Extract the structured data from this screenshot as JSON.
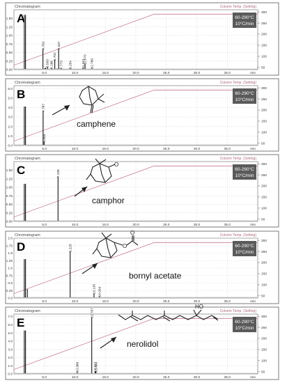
{
  "chart_data": [
    {
      "type": "line",
      "panel_label": "A",
      "title": "Chromatogram",
      "right_axis_title": "Column Temp. (Setting)",
      "condition_box": [
        "60-290°C",
        "10°C/min"
      ],
      "x_unit": "min",
      "xlim": [
        0,
        40
      ],
      "x_ticks": [
        "5.0",
        "10.0",
        "15.0",
        "20.0",
        "25.0",
        "30.0",
        "35.0"
      ],
      "ylim": [
        0,
        1.75
      ],
      "y_ticks": [
        "0.00",
        "0.25",
        "0.50",
        "0.75",
        "1.00",
        "1.25",
        "1.50"
      ],
      "y2lim": [
        40,
        310
      ],
      "y2_ticks": [
        "50",
        "100",
        "150",
        "200",
        "250",
        "300"
      ],
      "temperature_program": {
        "x": [
          0,
          23,
          40
        ],
        "y": [
          60,
          290,
          290
        ]
      },
      "peaks": [
        {
          "x": 1.7,
          "y": 1.6,
          "label": ""
        },
        {
          "x": 1.9,
          "y": 1.6,
          "label": ""
        },
        {
          "x": 4.762,
          "y": 0.6,
          "label": "4.762"
        },
        {
          "x": 5.1,
          "y": 0.05,
          "label": ""
        },
        {
          "x": 5.2,
          "y": 0.05,
          "label": ""
        },
        {
          "x": 5.5,
          "y": 0.08,
          "label": "5.563"
        },
        {
          "x": 6.188,
          "y": 0.04,
          "label": "6.188"
        },
        {
          "x": 6.702,
          "y": 0.28,
          "label": "6.702"
        },
        {
          "x": 7.058,
          "y": 0.03,
          "label": ""
        },
        {
          "x": 7.337,
          "y": 0.6,
          "label": "7.337"
        },
        {
          "x": 7.773,
          "y": 0.04,
          "label": "7.773"
        },
        {
          "x": 9.254,
          "y": 0.04,
          "label": "9.254"
        },
        {
          "x": 11.341,
          "y": 0.05,
          "label": "11.341"
        },
        {
          "x": 11.67,
          "y": 0.17,
          "label": "11.670"
        },
        {
          "x": 12.78,
          "y": 0.05,
          "label": "12.780"
        }
      ],
      "compound_label": ""
    },
    {
      "type": "line",
      "panel_label": "B",
      "title": "Chromatogram",
      "right_axis_title": "Column Temp. (Setting)",
      "condition_box": [
        "60-290°C",
        "10°C/min"
      ],
      "x_unit": "min",
      "xlim": [
        0,
        40
      ],
      "x_ticks": [
        "5.0",
        "10.0",
        "15.0",
        "20.0",
        "25.0",
        "30.0",
        "35.0"
      ],
      "ylim": [
        0,
        6.3
      ],
      "y_ticks": [
        "0.0",
        "1.0",
        "2.0",
        "3.0",
        "4.0",
        "5.0",
        "6.0"
      ],
      "y2lim": [
        40,
        310
      ],
      "y2_ticks": [
        "50",
        "100",
        "150",
        "200",
        "250",
        "300"
      ],
      "temperature_program": {
        "x": [
          0,
          23,
          40
        ],
        "y": [
          60,
          290,
          290
        ]
      },
      "peaks": [
        {
          "x": 1.7,
          "y": 4.1,
          "label": ""
        },
        {
          "x": 1.9,
          "y": 4.1,
          "label": ""
        },
        {
          "x": 4.787,
          "y": 3.6,
          "label": "4.787"
        },
        {
          "x": 4.95,
          "y": 0.4,
          "label": "5.060"
        }
      ],
      "compound_label": "camphene"
    },
    {
      "type": "line",
      "panel_label": "C",
      "title": "Chromatogram",
      "right_axis_title": "Column Temp. (Setting)",
      "condition_box": [
        "60-290°C",
        "10°C/min"
      ],
      "x_unit": "min",
      "xlim": [
        0,
        40
      ],
      "x_ticks": [
        "5.0",
        "10.0",
        "15.0",
        "20.0",
        "25.0",
        "30.0",
        "35.0"
      ],
      "ylim": [
        0,
        1.75
      ],
      "y_ticks": [
        "0.00",
        "0.25",
        "0.50",
        "0.75",
        "1.00",
        "1.25",
        "1.50"
      ],
      "y2lim": [
        40,
        310
      ],
      "y2_ticks": [
        "50",
        "100",
        "150",
        "200",
        "250",
        "300"
      ],
      "temperature_program": {
        "x": [
          0,
          23,
          40
        ],
        "y": [
          60,
          290,
          290
        ]
      },
      "peaks": [
        {
          "x": 1.7,
          "y": 1.1,
          "label": ""
        },
        {
          "x": 1.9,
          "y": 1.1,
          "label": ""
        },
        {
          "x": 7.235,
          "y": 1.3,
          "label": "7.235"
        }
      ],
      "compound_label": "camphor"
    },
    {
      "type": "line",
      "panel_label": "D",
      "title": "Chromatogram",
      "right_axis_title": "Column Temp. (Setting)",
      "condition_box": [
        "60-290°C",
        "10°C/min"
      ],
      "x_unit": "min",
      "xlim": [
        0,
        40
      ],
      "x_ticks": [
        "5.0",
        "10.0",
        "15.0",
        "20.0",
        "25.0",
        "30.0",
        "35.0"
      ],
      "ylim": [
        0,
        2.0
      ],
      "y_ticks": [
        "0.0",
        "0.25",
        "0.5",
        "0.75",
        "1.0",
        "1.25",
        "1.5",
        "1.75",
        "2.0"
      ],
      "y2lim": [
        40,
        310
      ],
      "y2_ticks": [
        "50",
        "100",
        "150",
        "200",
        "250",
        "300"
      ],
      "temperature_program": {
        "x": [
          0,
          23,
          40
        ],
        "y": [
          60,
          290,
          290
        ]
      },
      "peaks": [
        {
          "x": 1.7,
          "y": 1.3,
          "label": ""
        },
        {
          "x": 1.9,
          "y": 1.3,
          "label": ""
        },
        {
          "x": 2.2,
          "y": 0.3,
          "label": ""
        },
        {
          "x": 9.225,
          "y": 1.55,
          "label": "9.225"
        },
        {
          "x": 13.135,
          "y": 0.15,
          "label": "13.135"
        },
        {
          "x": 14.034,
          "y": 0.06,
          "label": "14.034"
        }
      ],
      "compound_label": "bornyl acetate"
    },
    {
      "type": "line",
      "panel_label": "E",
      "title": "Chromatogram",
      "right_axis_title": "Column Temp. (Setting)",
      "condition_box": [
        "60-290°C",
        "10°C/min"
      ],
      "x_unit": "min",
      "xlim": [
        0,
        40
      ],
      "x_ticks": [
        "5.0",
        "10.0",
        "15.0",
        "20.0",
        "25.0",
        "30.0",
        "35.0"
      ],
      "ylim": [
        0,
        7.3
      ],
      "y_ticks": [
        "0.0",
        "1.0",
        "2.0",
        "3.0",
        "4.0",
        "5.0",
        "6.0",
        "7.0"
      ],
      "y2lim": [
        40,
        310
      ],
      "y2_ticks": [
        "50",
        "100",
        "150",
        "200",
        "250",
        "300"
      ],
      "temperature_program": {
        "x": [
          0,
          23,
          40
        ],
        "y": [
          60,
          290,
          290
        ]
      },
      "peaks": [
        {
          "x": 1.7,
          "y": 5.3,
          "label": ""
        },
        {
          "x": 1.9,
          "y": 5.3,
          "label": ""
        },
        {
          "x": 10.389,
          "y": 0.3,
          "label": "10.389"
        },
        {
          "x": 12.767,
          "y": 6.9,
          "label": "12.767"
        },
        {
          "x": 13.317,
          "y": 0.3,
          "label": "13.317"
        },
        {
          "x": 13.464,
          "y": 0.3,
          "label": "13.464"
        }
      ],
      "compound_label": "nerolidol"
    }
  ],
  "colors": {
    "frame": "#7a7a7a",
    "grid": "#c9c9c9",
    "peak": "#111111",
    "temp_line": "#c98a9a",
    "baseline": "#9a9a9a",
    "condition_box_bg": "#5a5a5a",
    "condition_box_text": "#ffffff",
    "title_text": "#444444",
    "right_axis_title_text": "#b06a7a"
  }
}
